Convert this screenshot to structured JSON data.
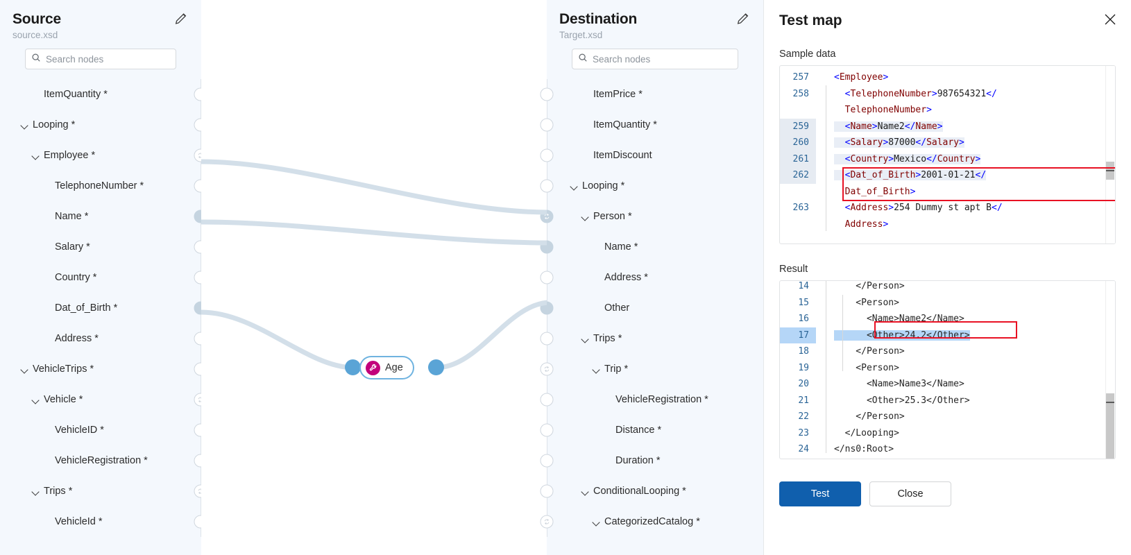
{
  "source": {
    "title": "Source",
    "file": "source.xsd",
    "edit_icon": "pencil-icon",
    "search": {
      "placeholder": "Search nodes",
      "value": "",
      "icon": "search-icon"
    },
    "nodes": [
      {
        "label": "ItemQuantity *",
        "indent": 1,
        "expandable": false,
        "dot": "empty"
      },
      {
        "label": "Looping *",
        "indent": 0,
        "expandable": true,
        "dot": "empty"
      },
      {
        "label": "Employee *",
        "indent": 1,
        "expandable": true,
        "dot": "loop"
      },
      {
        "label": "TelephoneNumber *",
        "indent": 2,
        "expandable": false,
        "dot": "empty"
      },
      {
        "label": "Name *",
        "indent": 2,
        "expandable": false,
        "dot": "filled"
      },
      {
        "label": "Salary *",
        "indent": 2,
        "expandable": false,
        "dot": "empty"
      },
      {
        "label": "Country *",
        "indent": 2,
        "expandable": false,
        "dot": "empty"
      },
      {
        "label": "Dat_of_Birth *",
        "indent": 2,
        "expandable": false,
        "dot": "filled"
      },
      {
        "label": "Address *",
        "indent": 2,
        "expandable": false,
        "dot": "empty"
      },
      {
        "label": "VehicleTrips *",
        "indent": 0,
        "expandable": true,
        "dot": "empty"
      },
      {
        "label": "Vehicle *",
        "indent": 1,
        "expandable": true,
        "dot": "loop"
      },
      {
        "label": "VehicleID *",
        "indent": 2,
        "expandable": false,
        "dot": "empty"
      },
      {
        "label": "VehicleRegistration *",
        "indent": 2,
        "expandable": false,
        "dot": "empty"
      },
      {
        "label": "Trips *",
        "indent": 1,
        "expandable": true,
        "dot": "loop"
      },
      {
        "label": "VehicleId *",
        "indent": 2,
        "expandable": false,
        "dot": "empty"
      }
    ]
  },
  "destination": {
    "title": "Destination",
    "file": "Target.xsd",
    "edit_icon": "pencil-icon",
    "search": {
      "placeholder": "Search nodes",
      "value": "",
      "icon": "search-icon"
    },
    "nodes": [
      {
        "label": "ItemPrice *",
        "indent": 1,
        "expandable": false,
        "dot": "empty"
      },
      {
        "label": "ItemQuantity *",
        "indent": 1,
        "expandable": false,
        "dot": "empty"
      },
      {
        "label": "ItemDiscount",
        "indent": 1,
        "expandable": false,
        "dot": "empty"
      },
      {
        "label": "Looping *",
        "indent": 0,
        "expandable": true,
        "dot": "empty"
      },
      {
        "label": "Person *",
        "indent": 1,
        "expandable": true,
        "dot": "loop-filled"
      },
      {
        "label": "Name *",
        "indent": 2,
        "expandable": false,
        "dot": "filled"
      },
      {
        "label": "Address *",
        "indent": 2,
        "expandable": false,
        "dot": "empty"
      },
      {
        "label": "Other",
        "indent": 2,
        "expandable": false,
        "dot": "filled"
      },
      {
        "label": "Trips *",
        "indent": 1,
        "expandable": true,
        "dot": "empty"
      },
      {
        "label": "Trip *",
        "indent": 2,
        "expandable": true,
        "dot": "loop"
      },
      {
        "label": "VehicleRegistration *",
        "indent": 3,
        "expandable": false,
        "dot": "empty"
      },
      {
        "label": "Distance *",
        "indent": 3,
        "expandable": false,
        "dot": "empty"
      },
      {
        "label": "Duration *",
        "indent": 3,
        "expandable": false,
        "dot": "empty"
      },
      {
        "label": "ConditionalLooping *",
        "indent": 1,
        "expandable": true,
        "dot": "empty"
      },
      {
        "label": "CategorizedCatalog *",
        "indent": 2,
        "expandable": true,
        "dot": "loop"
      }
    ]
  },
  "canvas": {
    "function_node": {
      "label": "Age",
      "icon": "wrench-icon",
      "accent": "#c2007b"
    },
    "connection_color": "#d3dfe9"
  },
  "test_map": {
    "title": "Test map",
    "close_icon": "close-icon",
    "sample_label": "Sample data",
    "result_label": "Result",
    "sample_lines": [
      {
        "num": "257",
        "indent": 1,
        "hl": "none",
        "parts": [
          {
            "t": "br",
            "v": "<"
          },
          {
            "t": "tg",
            "v": "Employee"
          },
          {
            "t": "br",
            "v": ">"
          }
        ]
      },
      {
        "num": "258",
        "indent": 2,
        "hl": "none",
        "parts": [
          {
            "t": "br",
            "v": "<"
          },
          {
            "t": "tg",
            "v": "TelephoneNumber"
          },
          {
            "t": "br",
            "v": ">"
          },
          {
            "t": "txt",
            "v": "987654321"
          },
          {
            "t": "br",
            "v": "</"
          }
        ]
      },
      {
        "num": "",
        "indent": 2,
        "hl": "none",
        "parts": [
          {
            "t": "tg",
            "v": "TelephoneNumber"
          },
          {
            "t": "br",
            "v": ">"
          }
        ]
      },
      {
        "num": "259",
        "indent": 2,
        "hl": "soft",
        "parts": [
          {
            "t": "br",
            "v": "<"
          },
          {
            "t": "tg",
            "v": "Name"
          },
          {
            "t": "br",
            "v": ">"
          },
          {
            "t": "txt",
            "v": "Name2"
          },
          {
            "t": "br",
            "v": "</"
          },
          {
            "t": "tg",
            "v": "Name"
          },
          {
            "t": "br",
            "v": ">"
          }
        ]
      },
      {
        "num": "260",
        "indent": 2,
        "hl": "soft",
        "parts": [
          {
            "t": "br",
            "v": "<"
          },
          {
            "t": "tg",
            "v": "Salary"
          },
          {
            "t": "br",
            "v": ">"
          },
          {
            "t": "txt",
            "v": "87000"
          },
          {
            "t": "br",
            "v": "</"
          },
          {
            "t": "tg",
            "v": "Salary"
          },
          {
            "t": "br",
            "v": ">"
          }
        ]
      },
      {
        "num": "261",
        "indent": 2,
        "hl": "soft",
        "parts": [
          {
            "t": "br",
            "v": "<"
          },
          {
            "t": "tg",
            "v": "Country"
          },
          {
            "t": "br",
            "v": ">"
          },
          {
            "t": "txt",
            "v": "Mexico"
          },
          {
            "t": "br",
            "v": "</"
          },
          {
            "t": "tg",
            "v": "Country"
          },
          {
            "t": "br",
            "v": ">"
          }
        ]
      },
      {
        "num": "262",
        "indent": 2,
        "hl": "soft",
        "parts": [
          {
            "t": "br",
            "v": "<"
          },
          {
            "t": "tg",
            "v": "Dat_of_Birth"
          },
          {
            "t": "br",
            "v": ">"
          },
          {
            "t": "txt",
            "v": "2001-01-21"
          },
          {
            "t": "br",
            "v": "</"
          }
        ]
      },
      {
        "num": "",
        "indent": 2,
        "hl": "none",
        "parts": [
          {
            "t": "tg",
            "v": "Dat_of_Birth"
          },
          {
            "t": "br",
            "v": ">"
          }
        ]
      },
      {
        "num": "263",
        "indent": 2,
        "hl": "none",
        "parts": [
          {
            "t": "br",
            "v": "<"
          },
          {
            "t": "tg",
            "v": "Address"
          },
          {
            "t": "br",
            "v": ">"
          },
          {
            "t": "txt",
            "v": "254 Dummy st apt B"
          },
          {
            "t": "br",
            "v": "</"
          }
        ]
      },
      {
        "num": "",
        "indent": 2,
        "hl": "none",
        "parts": [
          {
            "t": "tg",
            "v": "Address"
          },
          {
            "t": "br",
            "v": ">"
          }
        ]
      }
    ],
    "result_lines": [
      {
        "num": "14",
        "indent": 2,
        "hl": "none",
        "text": "</Person>"
      },
      {
        "num": "15",
        "indent": 2,
        "hl": "none",
        "text": "<Person>"
      },
      {
        "num": "16",
        "indent": 3,
        "hl": "none",
        "text": "<Name>Name2</Name>"
      },
      {
        "num": "17",
        "indent": 3,
        "hl": "blue",
        "text": "<Other>24.2</Other>"
      },
      {
        "num": "18",
        "indent": 2,
        "hl": "none",
        "text": "</Person>"
      },
      {
        "num": "19",
        "indent": 2,
        "hl": "none",
        "text": "<Person>"
      },
      {
        "num": "20",
        "indent": 3,
        "hl": "none",
        "text": "<Name>Name3</Name>"
      },
      {
        "num": "21",
        "indent": 3,
        "hl": "none",
        "text": "<Other>25.3</Other>"
      },
      {
        "num": "22",
        "indent": 2,
        "hl": "none",
        "text": "</Person>"
      },
      {
        "num": "23",
        "indent": 1,
        "hl": "none",
        "text": "</Looping>"
      },
      {
        "num": "24",
        "indent": 0,
        "hl": "none",
        "text": "</ns0:Root>"
      }
    ],
    "test_button": "Test",
    "close_button": "Close",
    "highlight_color": "#e81123",
    "primary_color": "#105fad"
  }
}
